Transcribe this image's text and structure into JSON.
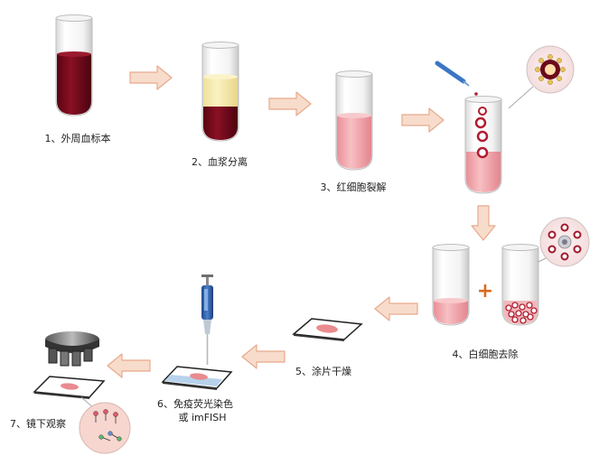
{
  "steps": {
    "s1": "1、外周血标本",
    "s2": "2、血浆分离",
    "s3": "3、红细胞裂解",
    "s4": "4、白细胞去除",
    "s5": "5、涂片干燥",
    "s6_line1": "6、免疫荧光染色",
    "s6_line2": "或 imFISH",
    "s7": "7、镜下观察"
  },
  "plus_sign": "+",
  "colors": {
    "arrow_fill": "#f8dccb",
    "arrow_stroke": "#e8a98c",
    "blood": "#7a0a1c",
    "plasma": "#f6eaa6",
    "lysate": "#f2a9ad",
    "pipette": "#2f5fa8",
    "plus": "#d9691f"
  },
  "icons": [
    "test-tube-icon",
    "arrow-icon",
    "pipette-icon",
    "microscope-icon",
    "slide-icon",
    "magnifier-bubble-icon",
    "dropper-icon"
  ]
}
